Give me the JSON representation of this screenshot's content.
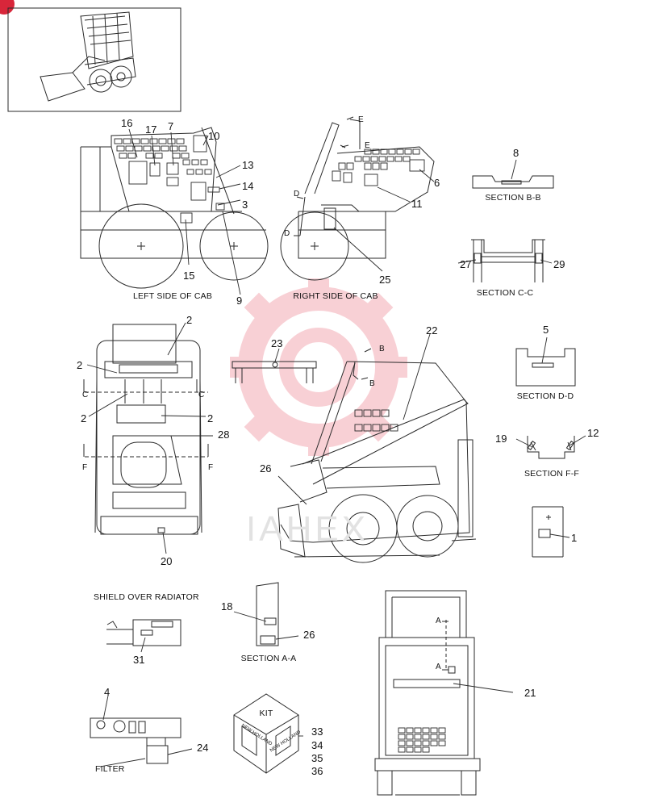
{
  "colors": {
    "line": "#2a2a2a",
    "badge": "#d8263a",
    "watermark_gear": "#f6c7cc",
    "watermark_text": "#e4e4e4"
  },
  "captions": {
    "left_side_of_cab": "LEFT SIDE OF CAB",
    "right_side_of_cab": "RIGHT SIDE OF CAB",
    "section_bb": "SECTION B-B",
    "section_cc": "SECTION C-C",
    "section_dd": "SECTION D-D",
    "section_ff": "SECTION F-F",
    "section_aa": "SECTION A-A",
    "shield_over_radiator": "SHIELD OVER RADIATOR",
    "filter": "FILTER",
    "kit": "KIT",
    "kit_brand": "NEW HOLLAND"
  },
  "view_letters": {
    "e": "E",
    "d": "D",
    "b": "B",
    "c": "C",
    "f": "F",
    "a": "A"
  },
  "watermark_text": "IAHEX",
  "callouts": [
    {
      "id": "c1",
      "text": "1"
    },
    {
      "id": "c2a",
      "text": "2"
    },
    {
      "id": "c2b",
      "text": "2"
    },
    {
      "id": "c2c",
      "text": "2"
    },
    {
      "id": "c2d",
      "text": "2"
    },
    {
      "id": "c3",
      "text": "3"
    },
    {
      "id": "c4",
      "text": "4"
    },
    {
      "id": "c5",
      "text": "5"
    },
    {
      "id": "c6",
      "text": "6"
    },
    {
      "id": "c7",
      "text": "7"
    },
    {
      "id": "c8",
      "text": "8"
    },
    {
      "id": "c9",
      "text": "9"
    },
    {
      "id": "c10",
      "text": "10"
    },
    {
      "id": "c11",
      "text": "11"
    },
    {
      "id": "c12",
      "text": "12"
    },
    {
      "id": "c13",
      "text": "13"
    },
    {
      "id": "c14",
      "text": "14"
    },
    {
      "id": "c15",
      "text": "15"
    },
    {
      "id": "c16",
      "text": "16"
    },
    {
      "id": "c17",
      "text": "17"
    },
    {
      "id": "c18",
      "text": "18"
    },
    {
      "id": "c19",
      "text": "19"
    },
    {
      "id": "c20",
      "text": "20"
    },
    {
      "id": "c21",
      "text": "21"
    },
    {
      "id": "c22",
      "text": "22"
    },
    {
      "id": "c23",
      "text": "23"
    },
    {
      "id": "c24",
      "text": "24"
    },
    {
      "id": "c25",
      "text": "25"
    },
    {
      "id": "c26a",
      "text": "26"
    },
    {
      "id": "c26b",
      "text": "26"
    },
    {
      "id": "c27",
      "text": "27"
    },
    {
      "id": "c28",
      "text": "28"
    },
    {
      "id": "c29",
      "text": "29"
    },
    {
      "id": "c31",
      "text": "31"
    },
    {
      "id": "c33",
      "text": "33"
    },
    {
      "id": "c34",
      "text": "34"
    },
    {
      "id": "c35",
      "text": "35"
    },
    {
      "id": "c36",
      "text": "36"
    }
  ]
}
